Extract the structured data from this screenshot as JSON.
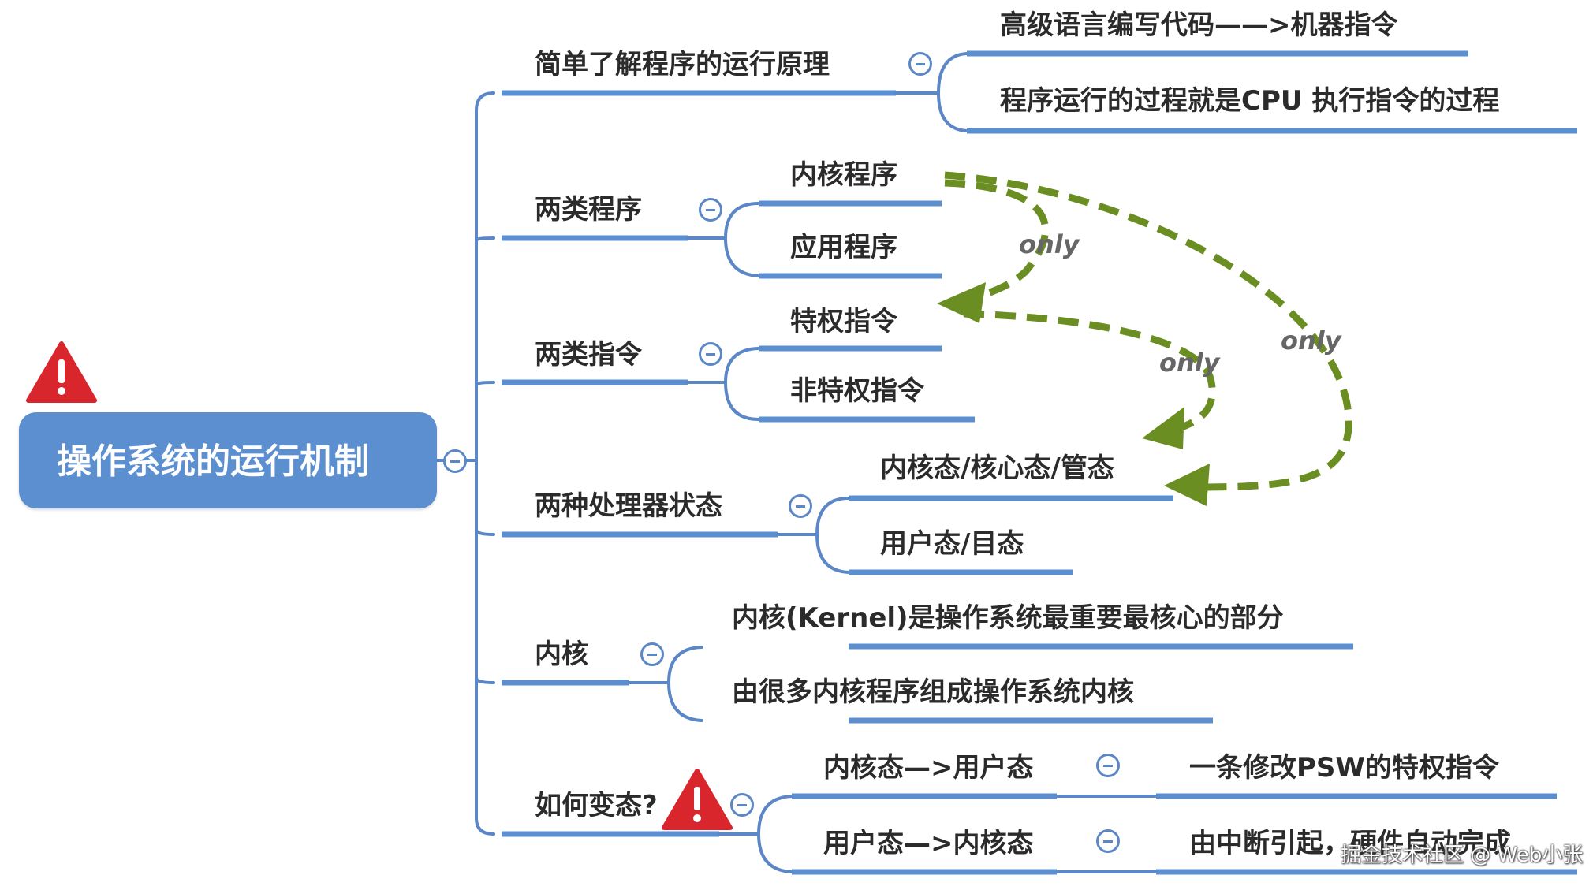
{
  "root": {
    "label": "操作系统的运行机制"
  },
  "branches": [
    {
      "label": "简单了解程序的运行原理",
      "children": [
        "高级语言编写代码——>机器指令",
        "程序运行的过程就是CPU 执行指令的过程"
      ]
    },
    {
      "label": "两类程序",
      "children": [
        "内核程序",
        "应用程序"
      ]
    },
    {
      "label": "两类指令",
      "children": [
        "特权指令",
        "非特权指令"
      ]
    },
    {
      "label": "两种处理器状态",
      "children": [
        "内核态/核心态/管态",
        "用户态/目态"
      ]
    },
    {
      "label": "内核",
      "children": [
        "内核(Kernel)是操作系统最重要最核心的部分",
        "由很多内核程序组成操作系统内核"
      ]
    },
    {
      "label": "如何变态?",
      "children": [
        {
          "label": "内核态—>用户态",
          "detail": "一条修改PSW的特权指令"
        },
        {
          "label": "用户态—>内核态",
          "detail": "由中断引起，硬件自动完成"
        }
      ]
    }
  ],
  "annotations": {
    "arrow_label": "only"
  },
  "watermark": "掘金技术社区 @ Web小张",
  "colors": {
    "accent": "#5b8fd0",
    "line": "#5b87c7",
    "arrow": "#6b8e23",
    "warning": "#d9262c"
  },
  "icons": {
    "warning": "warning-triangle-icon",
    "collapse": "collapse-minus-icon"
  }
}
